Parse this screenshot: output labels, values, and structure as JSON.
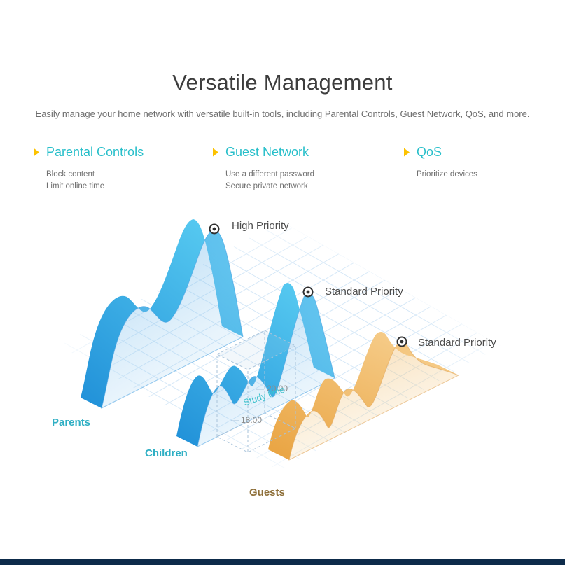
{
  "page": {
    "title": "Versatile Management",
    "subtitle": "Easily manage your home network with versatile built-in tools, including Parental Controls, Guest Network, QoS, and more."
  },
  "features": [
    {
      "title": "Parental Controls",
      "items": [
        "Block content",
        "Limit online time"
      ]
    },
    {
      "title": "Guest Network",
      "items": [
        "Use a different password",
        "Secure private network"
      ]
    },
    {
      "title": "QoS",
      "items": [
        "Prioritize devices"
      ]
    }
  ],
  "illustration": {
    "series": [
      {
        "name": "Parents",
        "priority": "High Priority",
        "color": "#2d9fe0"
      },
      {
        "name": "Children",
        "priority": "Standard Priority",
        "color": "#2d9fe0"
      },
      {
        "name": "Guests",
        "priority": "Standard Priority",
        "color": "#f2b866"
      }
    ],
    "study_window": {
      "label": "Study time",
      "start": "18:00",
      "end": "20:00"
    }
  },
  "colors": {
    "accent_teal": "#28bfca",
    "accent_yellow": "#fcc200",
    "wave_blue": "#2d9fe0",
    "wave_tan": "#f2b866",
    "guests_brown": "#8e6f39",
    "next_section_navy": "#0d2b4a"
  }
}
